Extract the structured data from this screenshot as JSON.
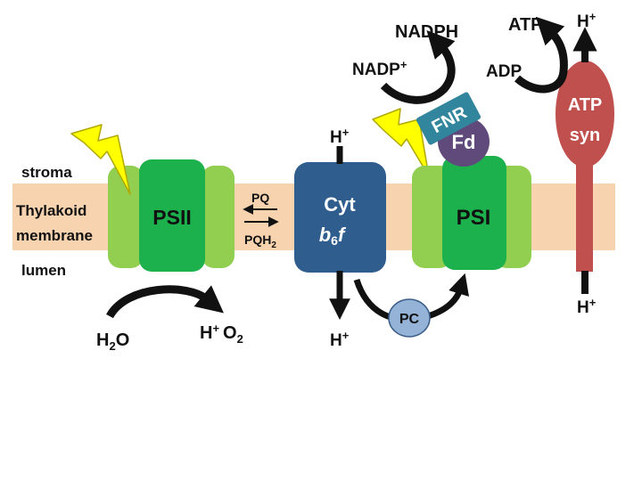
{
  "colors": {
    "membrane": "#f8d3b0",
    "light_green": "#92cf50",
    "dark_green": "#1db14d",
    "cyt": "#2f5d8e",
    "fnr": "#31859c",
    "fd": "#604a7b",
    "pc": "#95b3d7",
    "atp_syn": "#c0504d",
    "arrow": "#111111",
    "lightning": "#ffff00"
  },
  "regions": {
    "stroma": "stroma",
    "membrane_line1": "Thylakoid",
    "membrane_line2": "membrane",
    "lumen": "lumen"
  },
  "complexes": {
    "psii": "PSII",
    "cyt_line1": "Cyt",
    "cyt_b": "b",
    "cyt_sub": "6",
    "cyt_f": "f",
    "psi": "PSI",
    "fnr": "FNR",
    "fd": "Fd",
    "pc": "PC",
    "atp_syn_line1": "ATP",
    "atp_syn_line2": "syn"
  },
  "molecules": {
    "pq": "PQ",
    "pqh2_base": "PQH",
    "pqh2_sub": "2",
    "h2o_h": "H",
    "h2o_sub": "2",
    "h2o_o": "O",
    "h_plus_o2_h": "H",
    "h_plus_o2_plus": "+",
    "h_plus_o2_o": "O",
    "h_plus_o2_sub": "2",
    "nadph": "NADPH",
    "nadp_base": "NADP",
    "nadp_plus": "+",
    "atp": "ATP",
    "adp": "ADP",
    "h": "H",
    "plus": "+"
  }
}
